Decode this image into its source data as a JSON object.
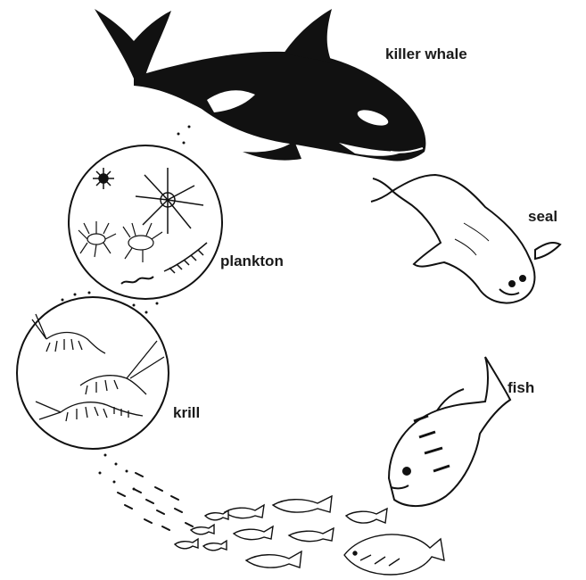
{
  "diagram": {
    "labels": {
      "killer_whale": "killer whale",
      "seal": "seal",
      "plankton": "plankton",
      "krill": "krill",
      "fish": "fish"
    }
  },
  "colors": {
    "ink": "#111111",
    "paper": "#ffffff"
  }
}
